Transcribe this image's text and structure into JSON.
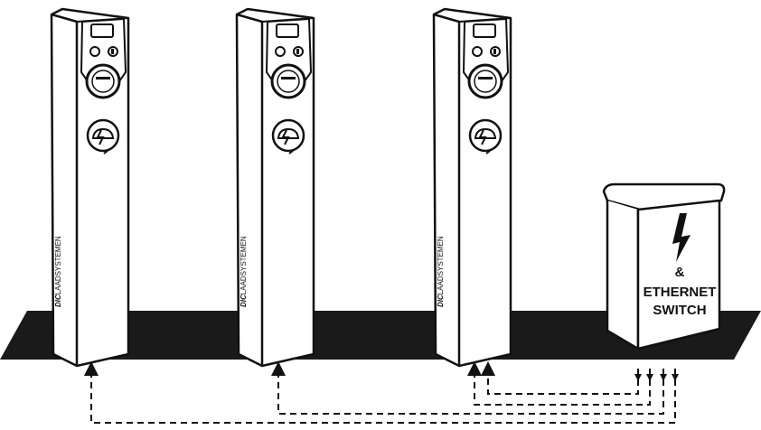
{
  "brand": {
    "bold": "DIC",
    "light": "LAADSYSTEMEN"
  },
  "chargers": [
    {
      "id": "charger-1"
    },
    {
      "id": "charger-2"
    },
    {
      "id": "charger-3"
    }
  ],
  "switch_box": {
    "line1": "&",
    "line2": "ETHERNET",
    "line3": "SWITCH",
    "icon": "lightning-bolt-icon"
  },
  "connections": [
    {
      "from": "ethernet-switch",
      "to": "charger-1",
      "style": "dashed",
      "arrows": "both"
    },
    {
      "from": "ethernet-switch",
      "to": "charger-2",
      "style": "dashed",
      "arrows": "both"
    },
    {
      "from": "ethernet-switch",
      "to": "charger-3",
      "style": "dashed",
      "arrows": "both"
    },
    {
      "from": "ethernet-switch",
      "to": "charger-3",
      "style": "dashed",
      "arrows": "both"
    }
  ],
  "colors": {
    "ground": "#1a1a1a",
    "ink": "#111111",
    "fill": "#ffffff"
  }
}
